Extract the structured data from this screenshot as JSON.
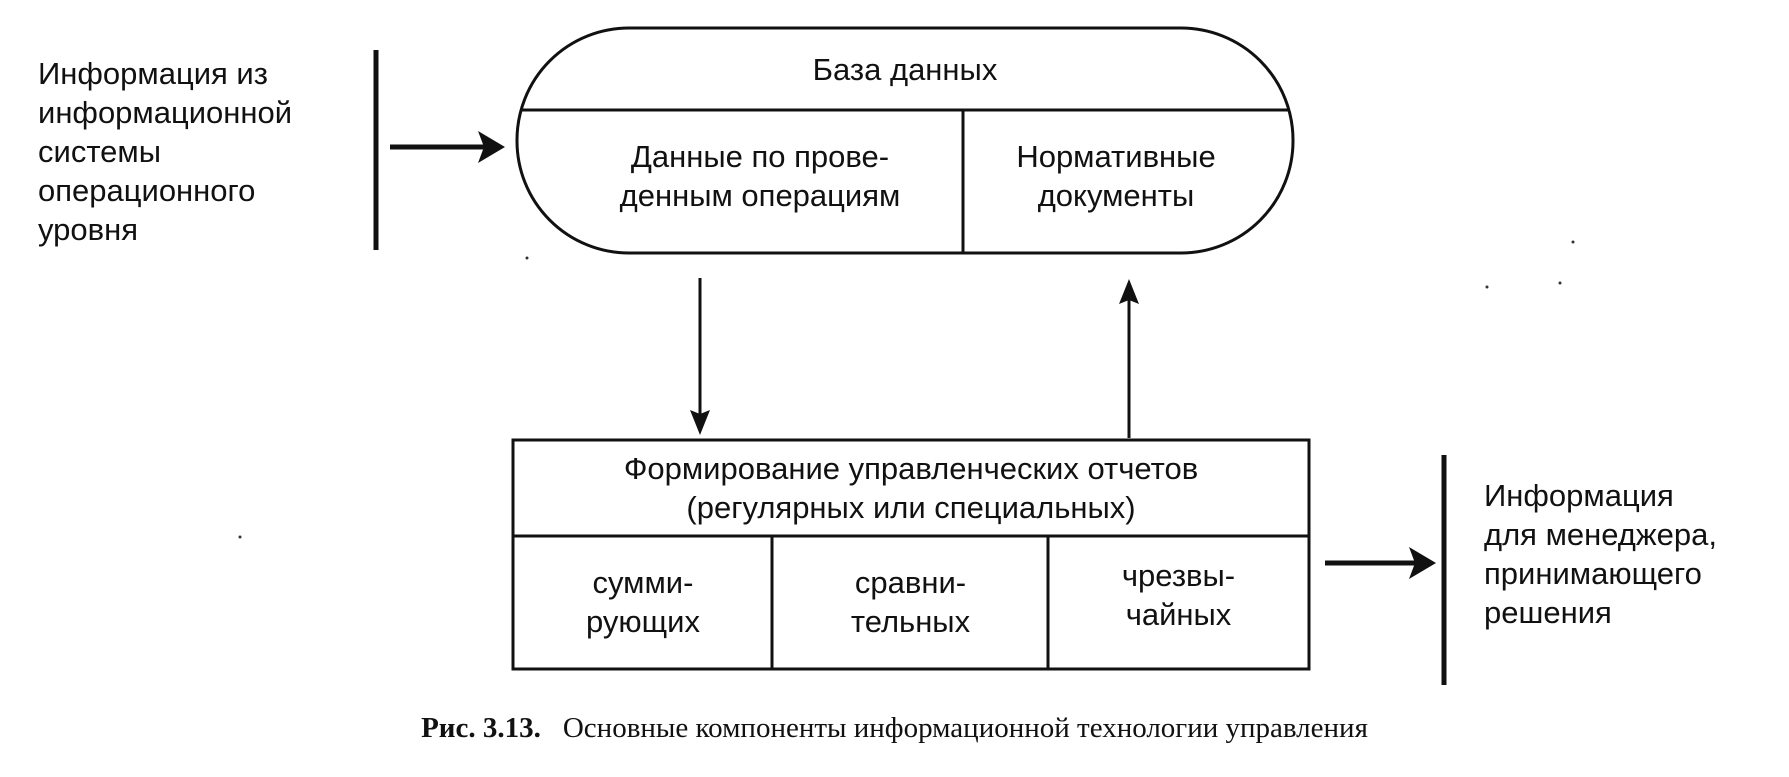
{
  "input_info": {
    "lines": [
      "Информация из",
      "информационной",
      "системы",
      "операционного",
      "уровня"
    ]
  },
  "database": {
    "title": "База  данных",
    "left_cell": {
      "lines": [
        "Данные по прове-",
        "денным операциям"
      ]
    },
    "right_cell": {
      "lines": [
        "Нормативные",
        "документы"
      ]
    }
  },
  "reports": {
    "title_lines": [
      "Формирование управленческих  отчетов",
      "(регулярных или специальных)"
    ],
    "cells": [
      {
        "lines": [
          "сумми-",
          "рующих"
        ]
      },
      {
        "lines": [
          "сравни-",
          "тельных"
        ]
      },
      {
        "lines": [
          "чрезвы-",
          "чайных"
        ]
      }
    ]
  },
  "output_info": {
    "lines": [
      "Информация",
      "для менеджера,",
      "принимающего",
      "решения"
    ]
  },
  "caption": {
    "number": "Рис. 3.13.",
    "text": "Основные компоненты информационной технологии управления"
  }
}
